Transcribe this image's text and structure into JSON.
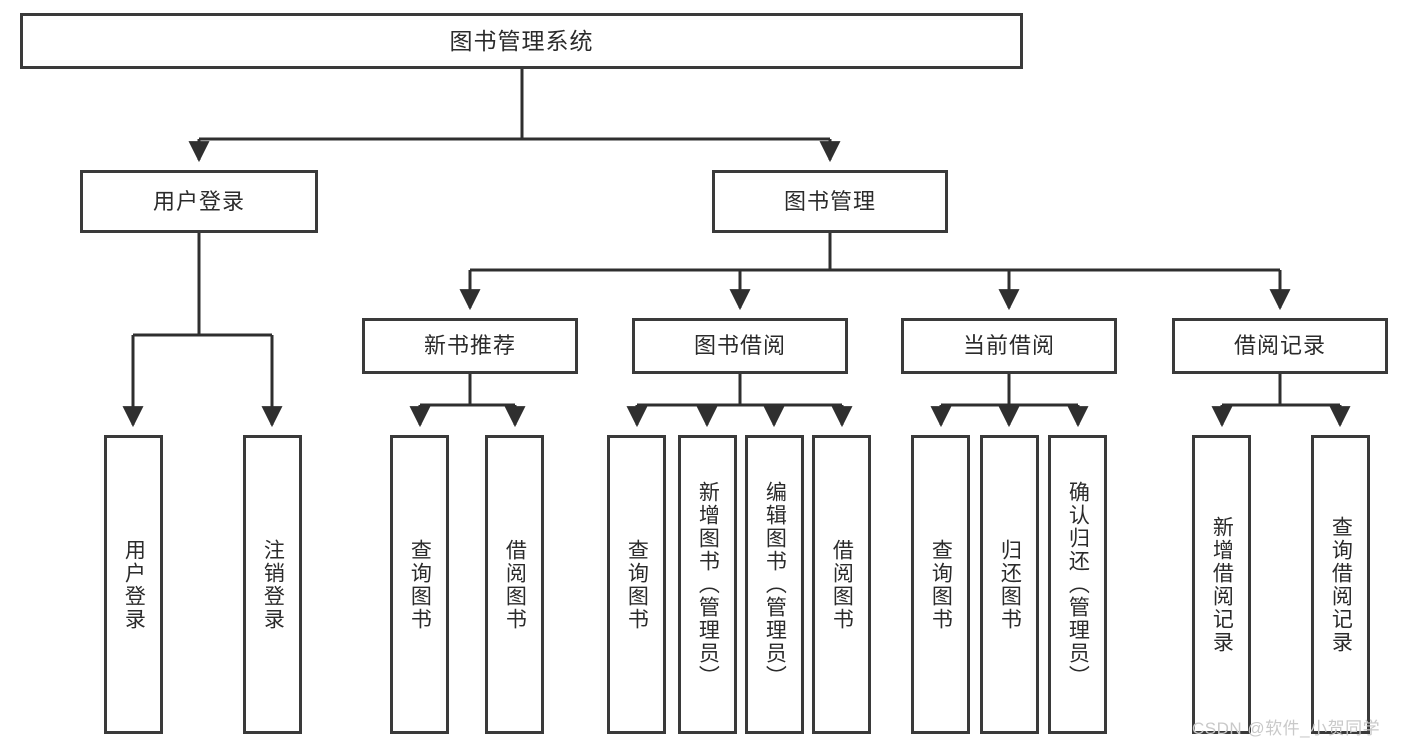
{
  "diagram": {
    "type": "tree-hierarchy-chart",
    "title": "图书管理系统",
    "colors": {
      "box_border": "#3a3a3a",
      "box_fill": "#ffffff",
      "connector": "#2f2f2f",
      "text": "#2b2b2b",
      "watermark": "#c9c9c9",
      "background": "#ffffff"
    },
    "nodes": {
      "root": {
        "label": "图书管理系统",
        "orientation": "horizontal"
      },
      "level2": [
        {
          "label": "用户登录",
          "orientation": "horizontal"
        },
        {
          "label": "图书管理",
          "orientation": "horizontal"
        }
      ],
      "level3": [
        {
          "label": "新书推荐",
          "orientation": "horizontal"
        },
        {
          "label": "图书借阅",
          "orientation": "horizontal"
        },
        {
          "label": "当前借阅",
          "orientation": "horizontal"
        },
        {
          "label": "借阅记录",
          "orientation": "horizontal"
        }
      ],
      "leaves_user_login": [
        {
          "label": "用户登录",
          "orientation": "vertical"
        },
        {
          "label": "注销登录",
          "orientation": "vertical"
        }
      ],
      "leaves_new_book": [
        {
          "label": "查询图书",
          "orientation": "vertical"
        },
        {
          "label": "借阅图书",
          "orientation": "vertical"
        }
      ],
      "leaves_borrow": [
        {
          "label": "查询图书",
          "orientation": "vertical"
        },
        {
          "label": "新增图书（管理员）",
          "orientation": "vertical"
        },
        {
          "label": "编辑图书（管理员）",
          "orientation": "vertical"
        },
        {
          "label": "借阅图书",
          "orientation": "vertical"
        }
      ],
      "leaves_current": [
        {
          "label": "查询图书",
          "orientation": "vertical"
        },
        {
          "label": "归还图书",
          "orientation": "vertical"
        },
        {
          "label": "确认归还（管理员）",
          "orientation": "vertical"
        }
      ],
      "leaves_records": [
        {
          "label": "新增借阅记录",
          "orientation": "vertical"
        },
        {
          "label": "查询借阅记录",
          "orientation": "vertical"
        }
      ]
    },
    "watermark": "CSDN @软件_小贺同学"
  }
}
